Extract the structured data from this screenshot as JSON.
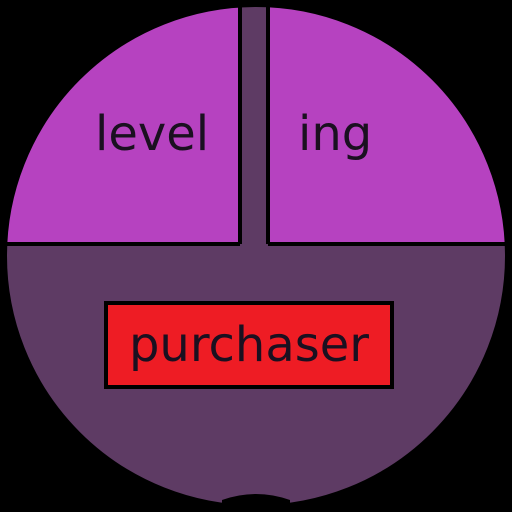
{
  "quadrants": {
    "top_left": {
      "label": "level"
    },
    "top_right": {
      "label": "ing"
    },
    "bottom": {
      "label": "purchaser"
    }
  },
  "colors": {
    "background": "#000000",
    "top_fill": "#b642c0",
    "bottom_fill": "#5e3b64",
    "purchaser_box": "#ee1c24",
    "outline": "#000000"
  }
}
